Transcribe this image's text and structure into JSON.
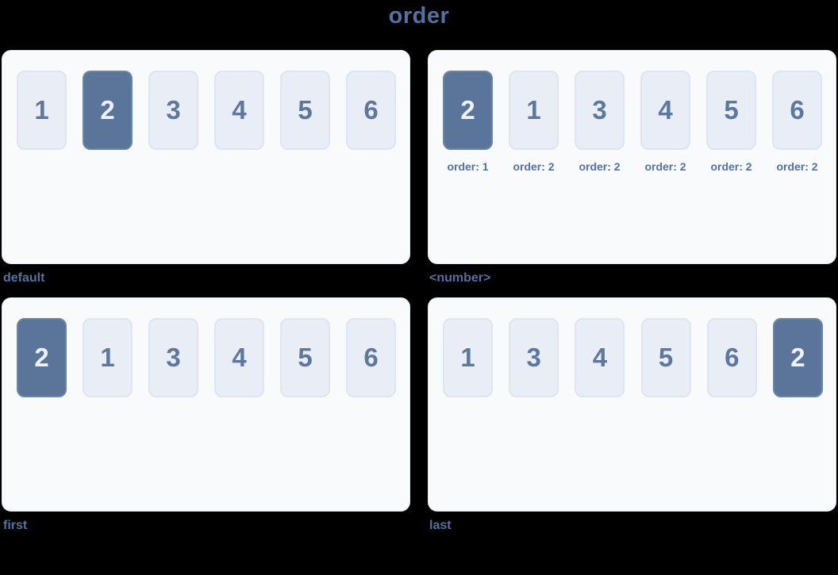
{
  "page": {
    "title": "order"
  },
  "colors": {
    "background": "#000000",
    "panel_bg": "#f8fafc",
    "panel_border": "#e2e8f0",
    "box_bg": "#e9eef6",
    "box_border": "#dee5f0",
    "box_text": "#5d779d",
    "highlight_bg": "#5a7599",
    "highlight_border": "#6b85a4",
    "highlight_text": "#eef2f8",
    "heading_text": "#54719f"
  },
  "panels": [
    {
      "caption": "default",
      "boxes": [
        {
          "value": "1",
          "highlight": false
        },
        {
          "value": "2",
          "highlight": true
        },
        {
          "value": "3",
          "highlight": false
        },
        {
          "value": "4",
          "highlight": false
        },
        {
          "value": "5",
          "highlight": false
        },
        {
          "value": "6",
          "highlight": false
        }
      ]
    },
    {
      "caption": "<number>",
      "boxes": [
        {
          "value": "2",
          "highlight": true,
          "order_label": "order: 1"
        },
        {
          "value": "1",
          "highlight": false,
          "order_label": "order: 2"
        },
        {
          "value": "3",
          "highlight": false,
          "order_label": "order: 2"
        },
        {
          "value": "4",
          "highlight": false,
          "order_label": "order: 2"
        },
        {
          "value": "5",
          "highlight": false,
          "order_label": "order: 2"
        },
        {
          "value": "6",
          "highlight": false,
          "order_label": "order: 2"
        }
      ]
    },
    {
      "caption": "first",
      "boxes": [
        {
          "value": "2",
          "highlight": true
        },
        {
          "value": "1",
          "highlight": false
        },
        {
          "value": "3",
          "highlight": false
        },
        {
          "value": "4",
          "highlight": false
        },
        {
          "value": "5",
          "highlight": false
        },
        {
          "value": "6",
          "highlight": false
        }
      ]
    },
    {
      "caption": "last",
      "boxes": [
        {
          "value": "1",
          "highlight": false
        },
        {
          "value": "3",
          "highlight": false
        },
        {
          "value": "4",
          "highlight": false
        },
        {
          "value": "5",
          "highlight": false
        },
        {
          "value": "6",
          "highlight": false
        },
        {
          "value": "2",
          "highlight": true
        }
      ]
    }
  ]
}
